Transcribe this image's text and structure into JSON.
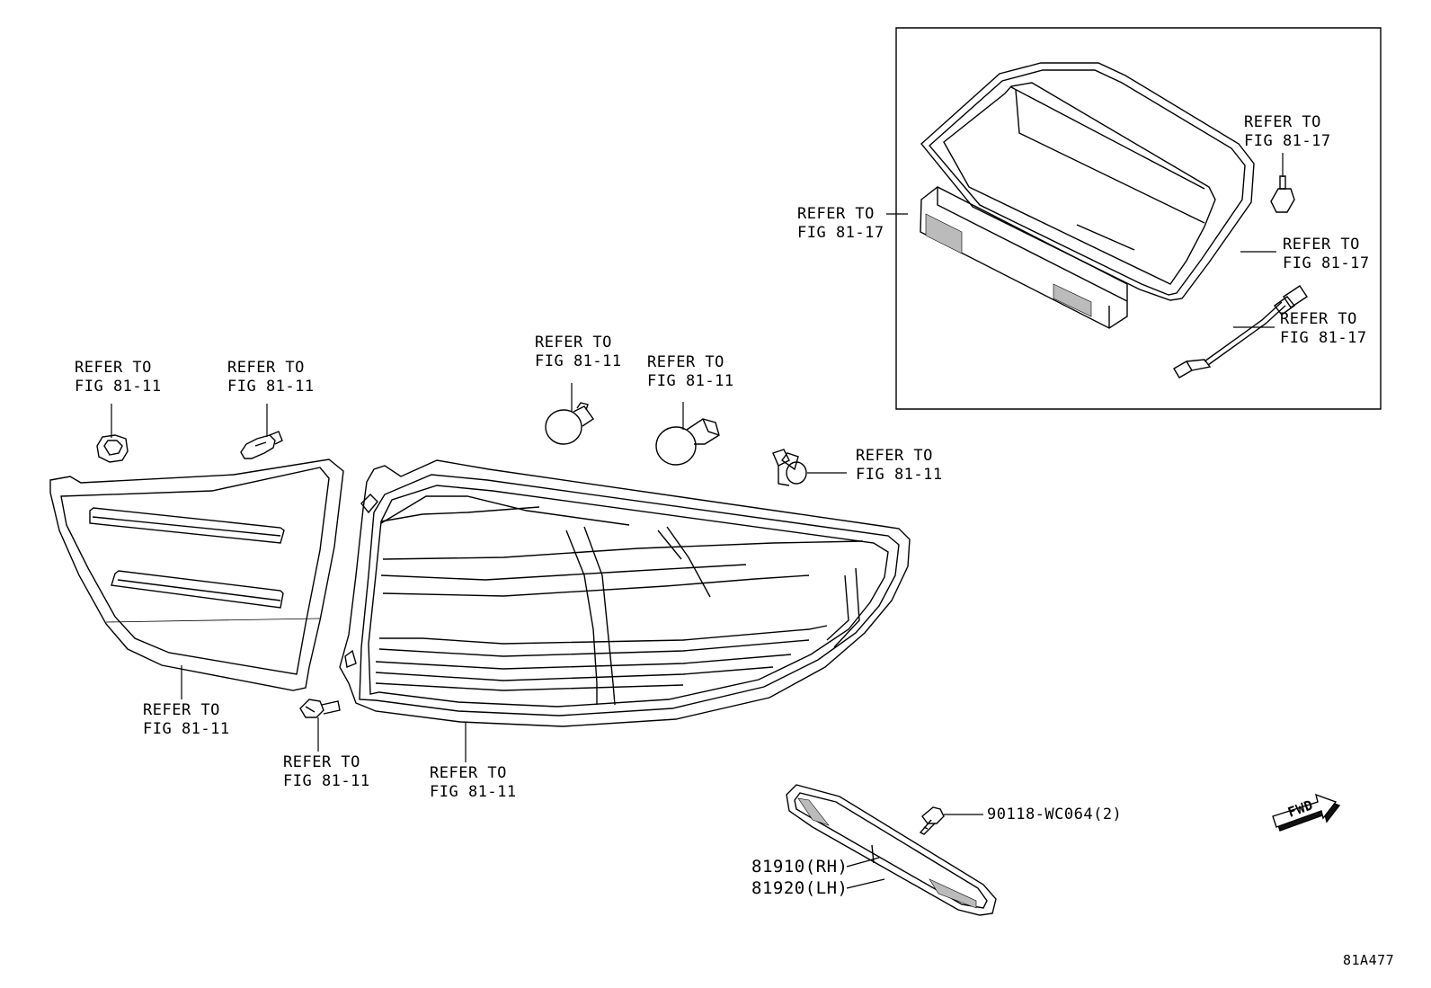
{
  "refer_to": "REFER TO",
  "fig_81_11": "FIG 81-11",
  "fig_81_17": "FIG 81-17",
  "part_fastener": "90118-WC064(2)",
  "part_reflector_rh": "81910(RH)",
  "part_reflector_lh": "81920(LH)",
  "fwd_label": "FWD",
  "figure_code": "81A477"
}
